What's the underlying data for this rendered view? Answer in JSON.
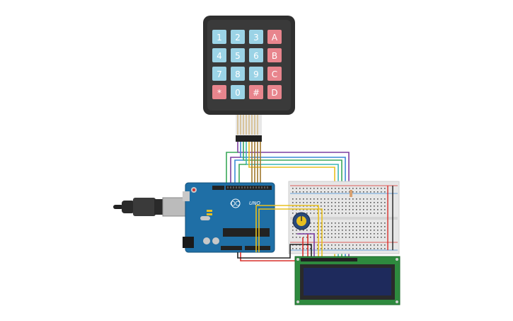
{
  "keypad": {
    "rows": [
      [
        "1",
        "2",
        "3",
        "A"
      ],
      [
        "4",
        "5",
        "6",
        "B"
      ],
      [
        "7",
        "8",
        "9",
        "C"
      ],
      [
        "*",
        "0",
        "#",
        "D"
      ]
    ],
    "digit_color": "#9bd3e6",
    "letter_color": "#e8858d"
  },
  "arduino": {
    "model_label": "UNO",
    "board_color": "#1f6fa6"
  },
  "colors": {
    "wire_purple": "#7b3fa0",
    "wire_blue": "#3a8bd6",
    "wire_green": "#3aa85a",
    "wire_teal": "#3ab5b5",
    "wire_yellow": "#e8c020",
    "wire_red": "#d9302c",
    "wire_black": "#222222",
    "wire_orange": "#e89030",
    "lcd_screen": "#1e2a5c",
    "lcd_board": "#2e8a3e",
    "breadboard": "#e6e6e6"
  }
}
